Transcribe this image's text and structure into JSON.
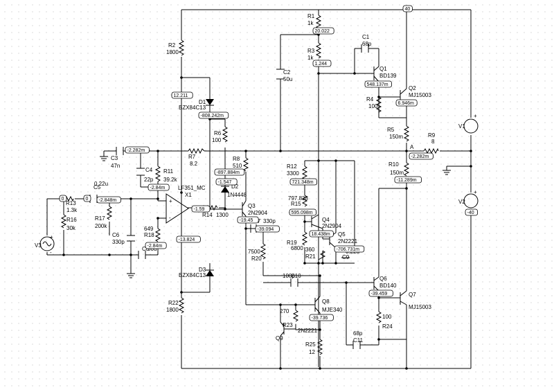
{
  "components": [
    {
      "id": "R1",
      "value": "1k"
    },
    {
      "id": "R2",
      "value": "1800"
    },
    {
      "id": "R3",
      "value": "1k"
    },
    {
      "id": "R4",
      "value": "100"
    },
    {
      "id": "R5",
      "value": "150m"
    },
    {
      "id": "R6",
      "value": "100"
    },
    {
      "id": "R7",
      "value": "8.2"
    },
    {
      "id": "R8",
      "value": "510"
    },
    {
      "id": "R9",
      "value": "8"
    },
    {
      "id": "R10",
      "value": "150m"
    },
    {
      "id": "R11",
      "value": "39.2k"
    },
    {
      "id": "R12",
      "value": "3300"
    },
    {
      "id": "R13",
      "value": "1.3k"
    },
    {
      "id": "R14",
      "value": "1300"
    },
    {
      "id": "R15",
      "value": "797.838"
    },
    {
      "id": "R16",
      "value": "30k"
    },
    {
      "id": "R17",
      "value": "200k"
    },
    {
      "id": "R18",
      "value": "649"
    },
    {
      "id": "R19",
      "value": "6800"
    },
    {
      "id": "R20",
      "value": "7500"
    },
    {
      "id": "R21",
      "value": "360"
    },
    {
      "id": "R22",
      "value": "1800"
    },
    {
      "id": "R23",
      "value": "270"
    },
    {
      "id": "R24",
      "value": "100"
    },
    {
      "id": "R25",
      "value": "12"
    },
    {
      "id": "C1",
      "value": "68p"
    },
    {
      "id": "C2",
      "value": "50u"
    },
    {
      "id": "C3",
      "value": "47n"
    },
    {
      "id": "C4",
      "value": "22p"
    },
    {
      "id": "C5",
      "value": "0.22u"
    },
    {
      "id": "C6",
      "value": "330p"
    },
    {
      "id": "C7",
      "value": "330p"
    },
    {
      "id": "C8",
      "value": "50u"
    },
    {
      "id": "C9",
      "value": "0.22u"
    },
    {
      "id": "C10",
      "value": "100p"
    },
    {
      "id": "C11",
      "value": "68p"
    },
    {
      "id": "D1",
      "value": "BZX84C13"
    },
    {
      "id": "D2",
      "value": "1N4448"
    },
    {
      "id": "D3",
      "value": "BZX84C13"
    },
    {
      "id": "Q1",
      "value": "BD139"
    },
    {
      "id": "Q2",
      "value": "MJ15003"
    },
    {
      "id": "Q3",
      "value": "2N2904"
    },
    {
      "id": "Q4",
      "value": "2N2904"
    },
    {
      "id": "Q5",
      "value": "2N2221"
    },
    {
      "id": "Q6",
      "value": "BD140"
    },
    {
      "id": "Q7",
      "value": "MJ15003"
    },
    {
      "id": "Q8",
      "value": "MJE340"
    },
    {
      "id": "Q9",
      "value": "2N2221"
    },
    {
      "id": "X1",
      "value": "LF351_MC"
    },
    {
      "id": "V1",
      "value": ""
    },
    {
      "id": "V2",
      "value": ""
    },
    {
      "id": "V3",
      "value": ""
    }
  ],
  "node_labels": {
    "A": "A",
    "op_plus": "+",
    "op_minus": "-",
    "v_plus": "+",
    "v_minus": "-"
  },
  "voltages": [
    "40",
    "20.022",
    "1.244",
    "548.137m",
    "6.946m",
    "12.211",
    "-808.242m",
    "-897.884m",
    "-1.547",
    "-2.282m",
    "-2.282m",
    "-2.84m",
    "-1.59",
    "-19.45",
    "-39.094",
    "0",
    "0",
    "-2.848m",
    "-2.84m",
    "-13.824",
    "721.348m",
    "595.098m",
    "18.438m",
    "-706.731m",
    "-11.289m",
    "-40",
    "-39.459",
    "-39.736"
  ]
}
